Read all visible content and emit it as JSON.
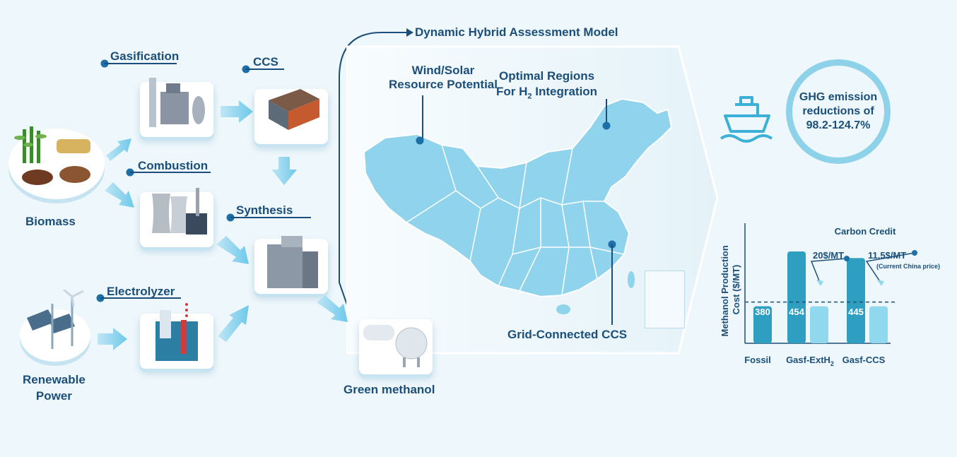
{
  "model_title": "Dynamic Hybrid Assessment Model",
  "processes": {
    "gasification": "Gasification",
    "ccs": "CCS",
    "combustion": "Combustion",
    "synthesis": "Synthesis",
    "electrolyzer": "Electrolyzer"
  },
  "sources": {
    "biomass": "Biomass",
    "renewable_line1": "Renewable",
    "renewable_line2": "Power"
  },
  "product": "Green methanol",
  "map_labels": {
    "wind_solar_line1": "Wind/Solar",
    "wind_solar_line2": "Resource Potential",
    "optimal_line1": "Optimal Regions",
    "optimal_line2_pre": "For H",
    "optimal_line2_sub": "2",
    "optimal_line2_post": " Integration",
    "grid_ccs": "Grid-Connected CCS"
  },
  "ghg": {
    "line1": "GHG emission",
    "line2": "reductions of",
    "line3": "98.2-124.7%"
  },
  "icons": [
    "ship-icon",
    "biomass-icon",
    "wind-solar-icon",
    "factory-icon",
    "methanol-tank-icon"
  ],
  "colors": {
    "dark_bar": "#2e9fc0",
    "light_bar": "#8fd8ee",
    "label_blue": "#1b4f7a",
    "map_fill": "#8fd3ec",
    "accent": "#1d6fa8"
  },
  "chart_data": {
    "type": "bar",
    "title": "Carbon Credit",
    "ylabel_line1": "Methanol Production",
    "ylabel_line2": "Cost ($/MT)",
    "categories": [
      "Fossil",
      "Gasf-ExtH2",
      "Gasf-CCS"
    ],
    "category_labels": [
      {
        "pre": "Fossil",
        "sub": ""
      },
      {
        "pre": "Gasf-ExtH",
        "sub": "2"
      },
      {
        "pre": "Gasf-CCS",
        "sub": ""
      }
    ],
    "bars": [
      {
        "category": "Fossil",
        "value": 380,
        "label": "380",
        "shade": "dark"
      },
      {
        "category": "Gasf-ExtH2",
        "value": 454,
        "label": "454",
        "shade": "dark"
      },
      {
        "category": "Gasf-ExtH2",
        "value": 380,
        "label": "",
        "shade": "light"
      },
      {
        "category": "Gasf-CCS",
        "value": 445,
        "label": "445",
        "shade": "dark"
      },
      {
        "category": "Gasf-CCS",
        "value": 380,
        "label": "",
        "shade": "light"
      }
    ],
    "reference_line": 380,
    "annotations": [
      {
        "text": "20$/MT",
        "note": ""
      },
      {
        "text": "11.5$/MT",
        "note": "(Current China price)"
      }
    ],
    "ylim": [
      0,
      480
    ]
  }
}
